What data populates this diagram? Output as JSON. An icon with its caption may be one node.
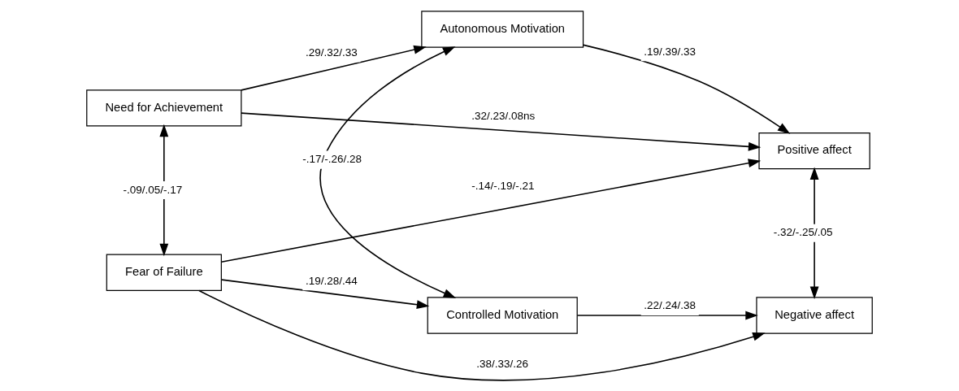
{
  "diagram": {
    "nodes": [
      {
        "text": [
          "Need for Achievement"
        ]
      },
      {
        "text": [
          "Autonomous Motivation"
        ]
      },
      {
        "text": [
          "Positive affect"
        ]
      },
      {
        "text": [
          "Controlled Motivation"
        ]
      },
      {
        "text": [
          "Negative affect"
        ]
      },
      {
        "text": [
          "Fear of Failure"
        ]
      }
    ],
    "edges": [
      {
        "from": 0,
        "to": 5,
        "arrow": "both",
        "label": "-.09/.05/-.17"
      },
      {
        "from": 0,
        "to": 1,
        "arrow": "to",
        "label": ".29/.32/.33"
      },
      {
        "from": 0,
        "to": 2,
        "arrow": "to",
        "label": ".32/.23/.08ns"
      },
      {
        "from": 1,
        "to": 2,
        "arrow": "to",
        "label": ".19/.39/.33"
      },
      {
        "from": 1,
        "to": 3,
        "arrow": "both",
        "label": "-.17/-.26/.28"
      },
      {
        "from": 5,
        "to": 2,
        "arrow": "to",
        "label": "-.14/-.19/-.21"
      },
      {
        "from": 5,
        "to": 3,
        "arrow": "to",
        "label": ".19/.28/.44"
      },
      {
        "from": 3,
        "to": 4,
        "arrow": "to",
        "label": ".22/.24/.38"
      },
      {
        "from": 5,
        "to": 4,
        "arrow": "to",
        "label": ".38/.33/.26"
      },
      {
        "from": 2,
        "to": 4,
        "arrow": "both",
        "label": "-.32/-.25/.05"
      }
    ]
  }
}
